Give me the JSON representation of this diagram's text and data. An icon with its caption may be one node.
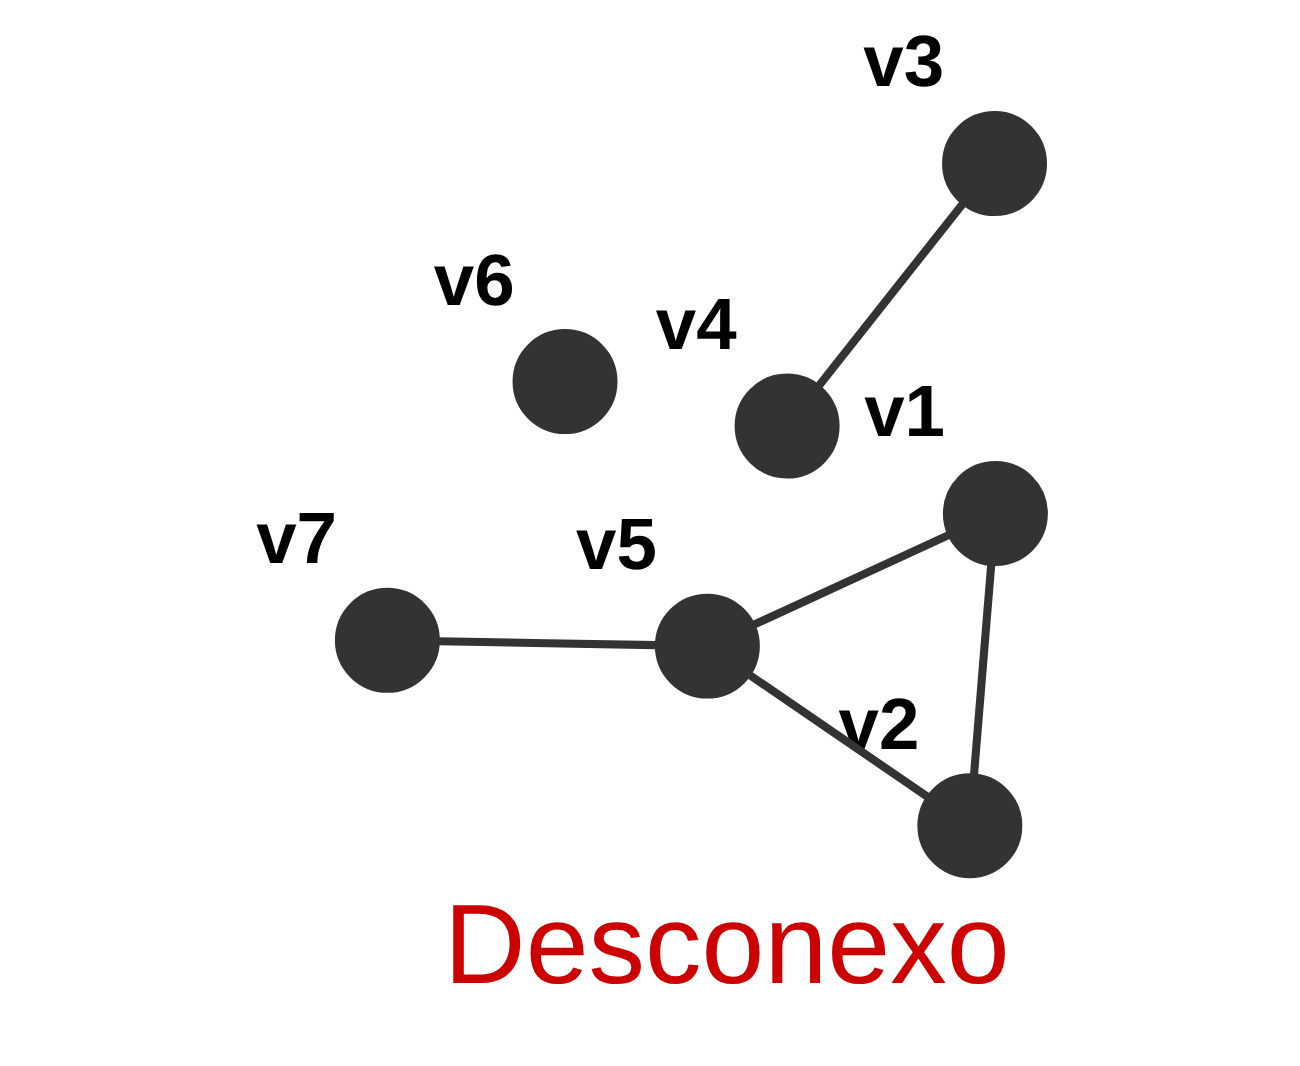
{
  "diagram": {
    "caption": "Desconexo",
    "nodes": [
      {
        "text": [],
        "shape": "circle",
        "beside": [
          "v1"
        ]
      },
      {
        "text": [],
        "shape": "circle",
        "beside": [
          "v2"
        ]
      },
      {
        "text": [],
        "shape": "circle",
        "beside": [
          "v3"
        ]
      },
      {
        "text": [],
        "shape": "circle",
        "beside": [
          "v4"
        ]
      },
      {
        "text": [],
        "shape": "circle",
        "beside": [
          "v5"
        ]
      },
      {
        "text": [],
        "shape": "circle",
        "beside": [
          "v6"
        ]
      },
      {
        "text": [],
        "shape": "circle",
        "beside": [
          "v7"
        ]
      }
    ],
    "edges": [
      {
        "from": 0,
        "to": 4,
        "arrow": "none"
      },
      {
        "from": 0,
        "to": 1,
        "arrow": "none"
      },
      {
        "from": 1,
        "to": 4,
        "arrow": "none"
      },
      {
        "from": 2,
        "to": 3,
        "arrow": "none"
      },
      {
        "from": 4,
        "to": 6,
        "arrow": "none"
      }
    ]
  }
}
